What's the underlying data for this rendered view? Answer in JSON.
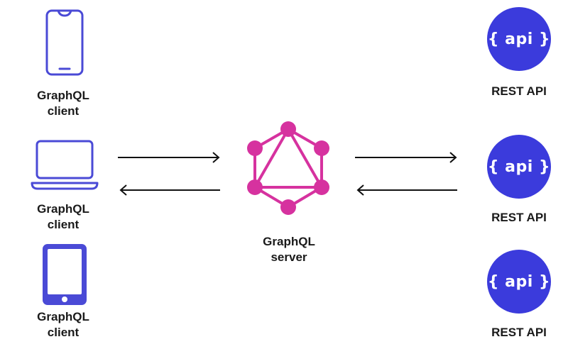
{
  "colors": {
    "client_icon": "#4a4ad6",
    "api_circle": "#3b3bdc",
    "graphql_pink": "#d6329f",
    "arrow": "#111111",
    "text": "#1a1a1a"
  },
  "clients": [
    {
      "icon": "phone-icon",
      "line1": "GraphQL",
      "line2": "client"
    },
    {
      "icon": "laptop-icon",
      "line1": "GraphQL",
      "line2": "client"
    },
    {
      "icon": "tablet-icon",
      "line1": "GraphQL",
      "line2": "client"
    }
  ],
  "server": {
    "icon": "graphql-logo-icon",
    "line1": "GraphQL",
    "line2": "server"
  },
  "apis": [
    {
      "badge": "{ api }",
      "label": "REST API"
    },
    {
      "badge": "{ api }",
      "label": "REST API"
    },
    {
      "badge": "{ api }",
      "label": "REST API"
    }
  ]
}
